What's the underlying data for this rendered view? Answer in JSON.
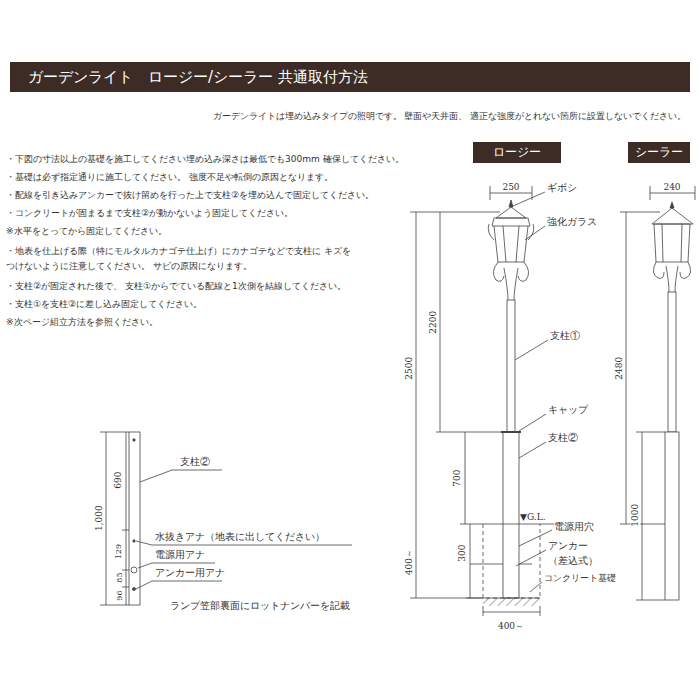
{
  "diagram": {
    "title": "ガーデンライト　ロージー/シーラー 共通取付方法",
    "nodes": [
      {
        "text": [
          "ロージー"
        ]
      },
      {
        "text": [
          "シーラー"
        ]
      }
    ],
    "labels": [
      "ガーデンライトは埋め込みタイプの照明です。 壁面や天井面、 適正な強度がとれない箇所に設置しないでください。",
      "・下図の寸法以上の基礎を施工してください埋め込み深さは最低でも300mm 確保してください。",
      "・基礎は必ず指定通りに施工してください。 強度不足や転倒の原因となります。",
      "・配線を引き込みアンカーで抜け留めを行った上で支柱②を埋め込んで固定してください。",
      "・コンクリートが固まるまで支柱②が動かないよう固定してください。",
      "※水平をとってから固定してください。",
      "・地表を仕上げる際（特にモルタルカナゴテ仕上げ）にカナゴテなどで支柱に キズをつけないように注意してください。 サビの原因になります。",
      "・支柱②が固定された後で、 支柱①からでている配線と1次側を結線してください。",
      "・支柱①を支柱②に差し込み固定してください。",
      "※次ページ組立方法を参照ください。",
      "1,000",
      "690",
      "129",
      "85",
      "96",
      "支柱②",
      "水抜きアナ（地表に出してください）",
      "電源用アナ",
      "アンカー用アナ",
      "ランプ笠部裏面にロットナンバーを記載",
      "250",
      "ギボシ",
      "強化ガラス",
      "2200",
      "2500",
      "支柱①",
      "キャップ",
      "支柱②",
      "700",
      "▼G.L.",
      "電源用穴",
      "300",
      "アンカー",
      "（差込式）",
      "400～",
      "コンクリート基礎",
      "400～",
      "240",
      "2480",
      "1000"
    ]
  }
}
